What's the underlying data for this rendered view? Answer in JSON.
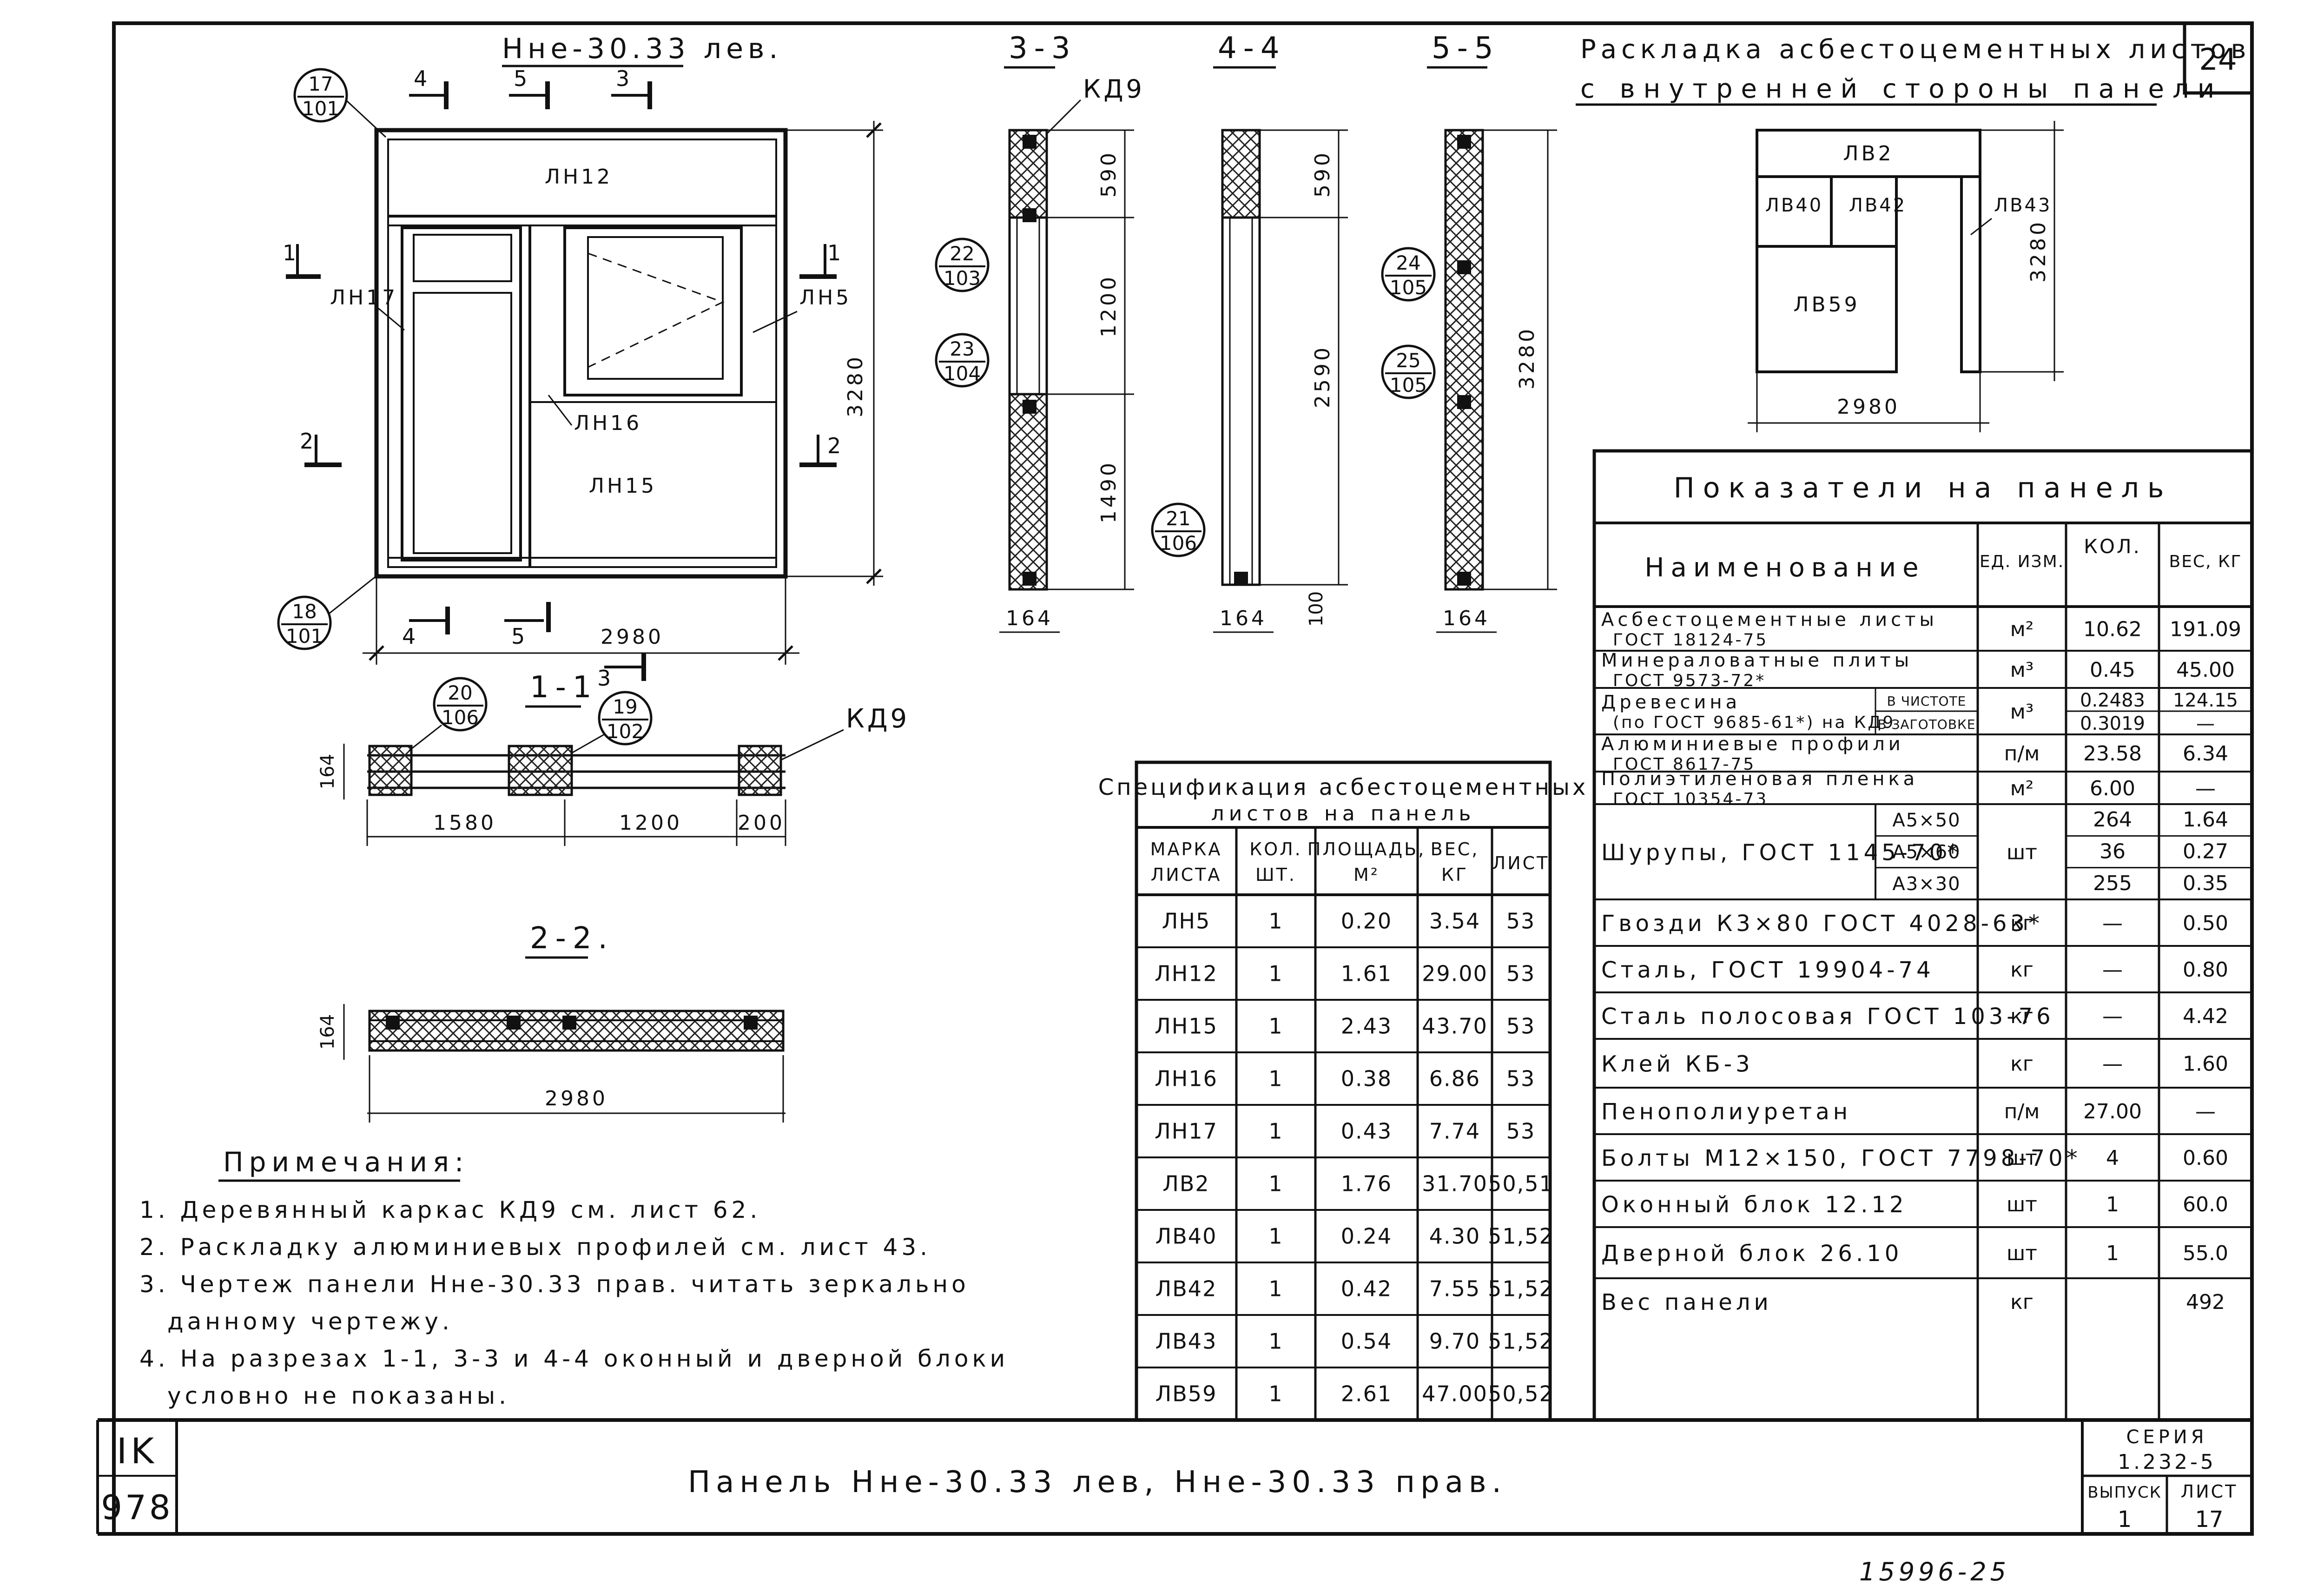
{
  "sheet": {
    "corner_number": "24",
    "handwritten_number": "15996-25",
    "stamp_top": "IK",
    "stamp_bottom": "978"
  },
  "title_block": {
    "panel_title": "Панель Нне-30.33 лев, Нне-30.33 прав.",
    "series_label": "СЕРИЯ",
    "series_value": "1.232-5",
    "issue_label": "ВЫПУСК",
    "issue_value": "1",
    "sheet_label": "ЛИСТ",
    "sheet_value": "17"
  },
  "elevation": {
    "title": "Нне-30.33 лев.",
    "labels": [
      "ЛН12",
      "ЛН17",
      "ЛН5",
      "ЛН16",
      "ЛН15"
    ],
    "callouts": [
      {
        "top": "17",
        "bottom": "101"
      },
      {
        "top": "18",
        "bottom": "101"
      }
    ],
    "section_marks": [
      "4",
      "5",
      "3",
      "1",
      "1",
      "2",
      "2",
      "4",
      "5"
    ],
    "dim_width": "2980",
    "dim_height": "3280"
  },
  "sections": {
    "s33": {
      "title": "3-3",
      "kd9": "КД9",
      "dims": [
        "590",
        "1200",
        "1490",
        "164"
      ],
      "callouts": [
        {
          "top": "22",
          "bottom": "103"
        },
        {
          "top": "23",
          "bottom": "104"
        }
      ]
    },
    "s44": {
      "title": "4-4",
      "dims": [
        "590",
        "2590",
        "164",
        "100"
      ],
      "callouts": [
        {
          "top": "21",
          "bottom": "106"
        }
      ]
    },
    "s55": {
      "title": "5-5",
      "dims": [
        "3280",
        "164"
      ],
      "callouts": [
        {
          "top": "24",
          "bottom": "105"
        },
        {
          "top": "25",
          "bottom": "105"
        }
      ]
    },
    "s11": {
      "title": "1-1",
      "kd9": "КД9",
      "mark": "3",
      "dims": [
        "164",
        "1580",
        "1200",
        "200"
      ],
      "callouts": [
        {
          "top": "20",
          "bottom": "106"
        },
        {
          "top": "19",
          "bottom": "102"
        }
      ]
    },
    "s22": {
      "title": "2-2.",
      "dims": [
        "164",
        "2980"
      ]
    }
  },
  "layout_inner": {
    "title_line1": "Раскладка асбестоцементных листов",
    "title_line2": "с внутренней стороны панели",
    "labels": [
      "ЛВ2",
      "ЛВ40",
      "ЛВ42",
      "ЛВ43",
      "ЛВ59"
    ],
    "dim_width": "2980",
    "dim_height": "3280"
  },
  "notes": {
    "title": "Примечания:",
    "items": [
      "1. Деревянный каркас КД9 см. лист 62.",
      "2. Раскладку алюминиевых профилей см. лист 43.",
      "3. Чертеж панели Нне-30.33 прав. читать зеркально",
      "данному чертежу.",
      "4. На разрезах 1-1, 3-3 и 4-4 оконный и дверной блоки",
      "условно не показаны."
    ]
  },
  "spec_table": {
    "title_line1": "Спецификация асбестоцементных",
    "title_line2": "листов на панель",
    "headers": [
      [
        "МАРКА",
        "ЛИСТА"
      ],
      [
        "КОЛ.",
        "ШТ."
      ],
      [
        "ПЛОЩАДЬ,",
        "М²"
      ],
      [
        "ВЕС,",
        "КГ"
      ],
      [
        "ЛИСТ"
      ]
    ],
    "rows": [
      [
        "ЛН5",
        "1",
        "0.20",
        "3.54",
        "53"
      ],
      [
        "ЛН12",
        "1",
        "1.61",
        "29.00",
        "53"
      ],
      [
        "ЛН15",
        "1",
        "2.43",
        "43.70",
        "53"
      ],
      [
        "ЛН16",
        "1",
        "0.38",
        "6.86",
        "53"
      ],
      [
        "ЛН17",
        "1",
        "0.43",
        "7.74",
        "53"
      ],
      [
        "ЛВ2",
        "1",
        "1.76",
        "31.70",
        "50,51"
      ],
      [
        "ЛВ40",
        "1",
        "0.24",
        "4.30",
        "51,52"
      ],
      [
        "ЛВ42",
        "1",
        "0.42",
        "7.55",
        "51,52"
      ],
      [
        "ЛВ43",
        "1",
        "0.54",
        "9.70",
        "51,52"
      ],
      [
        "ЛВ59",
        "1",
        "2.61",
        "47.00",
        "50,52"
      ]
    ]
  },
  "ind_table": {
    "title": "Показатели на панель",
    "headers": [
      "Наименование",
      "ЕД. ИЗМ.",
      "КОЛ.",
      "ВЕС, КГ"
    ],
    "rows": [
      {
        "name1": "Асбестоцементные листы",
        "name2": "ГОСТ 18124-75",
        "unit": "м²",
        "qty": "10.62",
        "weight": "191.09"
      },
      {
        "name1": "Минераловатные плиты",
        "name2": "ГОСТ 9573-72*",
        "unit": "м³",
        "qty": "0.45",
        "weight": "45.00"
      },
      {
        "name1": "Древесина",
        "name2": "(по ГОСТ 9685-61*) на КД9",
        "unit": "м³",
        "sub1": "В ЧИСТОТЕ",
        "sub2": "В ЗАГОТОВКЕ",
        "qty": "0.2483",
        "qty2": "0.3019",
        "weight": "124.15",
        "weight2": "—"
      },
      {
        "name1": "Алюминиевые профили",
        "name2": "ГОСТ 8617-75",
        "unit": "п/м",
        "qty": "23.58",
        "weight": "6.34"
      },
      {
        "name1": "Полиэтиленовая пленка",
        "name2": "ГОСТ 10354-73",
        "unit": "м²",
        "qty": "6.00",
        "weight": "—"
      },
      {
        "name1": "Шурупы, ГОСТ 1145-70*",
        "unit": "шт",
        "subs": [
          {
            "size": "А5×50",
            "qty": "264",
            "weight": "1.64"
          },
          {
            "size": "А5×60",
            "qty": "36",
            "weight": "0.27"
          },
          {
            "size": "А3×30",
            "qty": "255",
            "weight": "0.35"
          }
        ]
      },
      {
        "name1": "Гвозди К3×80 ГОСТ 4028-63*",
        "unit": "кг",
        "qty": "—",
        "weight": "0.50"
      },
      {
        "name1": "Сталь, ГОСТ 19904-74",
        "unit": "кг",
        "qty": "—",
        "weight": "0.80"
      },
      {
        "name1": "Сталь полосовая ГОСТ 103-76",
        "unit": "кг",
        "qty": "—",
        "weight": "4.42"
      },
      {
        "name1": "Клей КБ-3",
        "unit": "кг",
        "qty": "—",
        "weight": "1.60"
      },
      {
        "name1": "Пенополиуретан",
        "unit": "п/м",
        "qty": "27.00",
        "weight": "—"
      },
      {
        "name1": "Болты М12×150, ГОСТ 7798-70*",
        "unit": "шт",
        "qty": "4",
        "weight": "0.60"
      },
      {
        "name1": "Оконный блок 12.12",
        "unit": "шт",
        "qty": "1",
        "weight": "60.0"
      },
      {
        "name1": "Дверной блок 26.10",
        "unit": "шт",
        "qty": "1",
        "weight": "55.0"
      },
      {
        "name1": "Вес панели",
        "unit": "кг",
        "qty": "",
        "weight": "492"
      }
    ]
  }
}
